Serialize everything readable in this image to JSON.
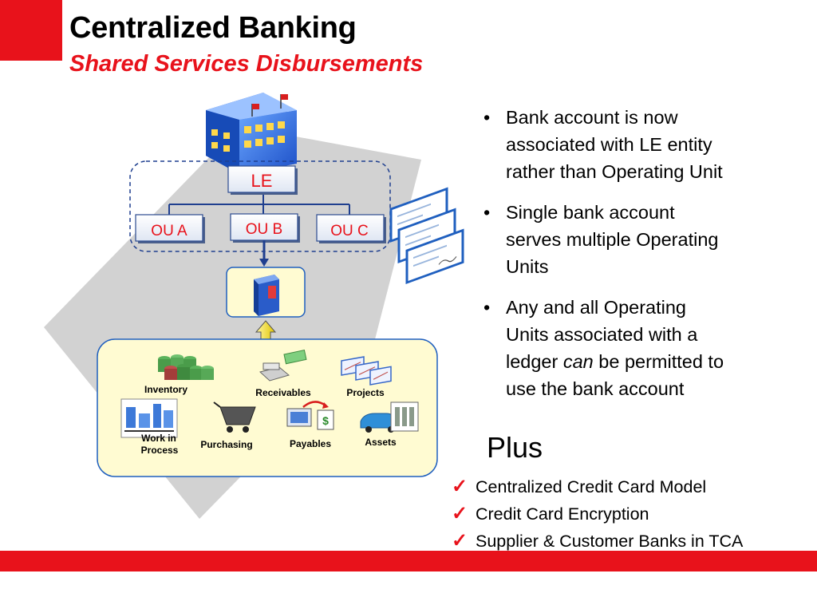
{
  "header": {
    "title": "Centralized Banking",
    "subtitle": "Shared Services Disbursements"
  },
  "diagram": {
    "le_label": "LE",
    "ou_labels": [
      "OU A",
      "OU B",
      "OU C"
    ],
    "modules": {
      "inventory": "Inventory",
      "receivables": "Receivables",
      "projects": "Projects",
      "work_in_process_1": "Work in",
      "work_in_process_2": "Process",
      "purchasing": "Purchasing",
      "payables": "Payables",
      "assets": "Assets"
    }
  },
  "bullets": [
    {
      "line1": "Bank account is now",
      "line2": "associated with LE entity",
      "line3": "rather than Operating Unit"
    },
    {
      "line1": "Single bank account",
      "line2": "serves multiple Operating",
      "line3": "Units"
    },
    {
      "line1": "Any and all Operating",
      "line2": "Units associated with a",
      "line3_pre": "ledger ",
      "line3_em": "can",
      "line3_post": " be permitted to",
      "line4": "use the bank account"
    }
  ],
  "plus": {
    "heading": "Plus",
    "items": [
      "Centralized Credit Card Model",
      "Credit Card Encryption",
      "Supplier & Customer Banks in TCA"
    ]
  },
  "colors": {
    "accent_red": "#e8121b",
    "navy": "#1f3f8f",
    "panel_fill": "#fffbd2"
  }
}
